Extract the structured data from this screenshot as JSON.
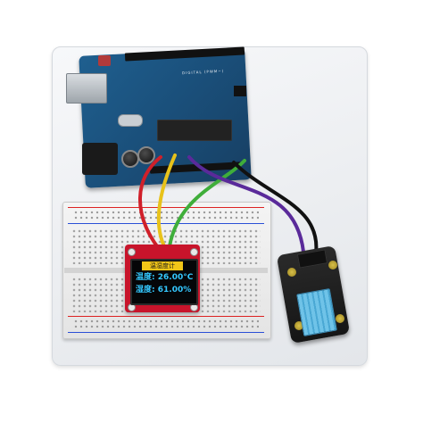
{
  "oled": {
    "title": "温湿度计",
    "temperature_label": "温度:",
    "temperature_value": "26.00°C",
    "humidity_label": "湿度:",
    "humidity_value": "61.00%"
  },
  "arduino": {
    "board_label": "DIGITAL (PWM~)"
  },
  "wire_colors": {
    "red": "#d0202a",
    "yellow": "#e8c21a",
    "green": "#3fae3a",
    "purple": "#5a2a9a",
    "black": "#111111"
  },
  "icons": [
    "usb-port-icon",
    "power-jack-icon",
    "chip-icon",
    "sensor-grille-icon"
  ]
}
